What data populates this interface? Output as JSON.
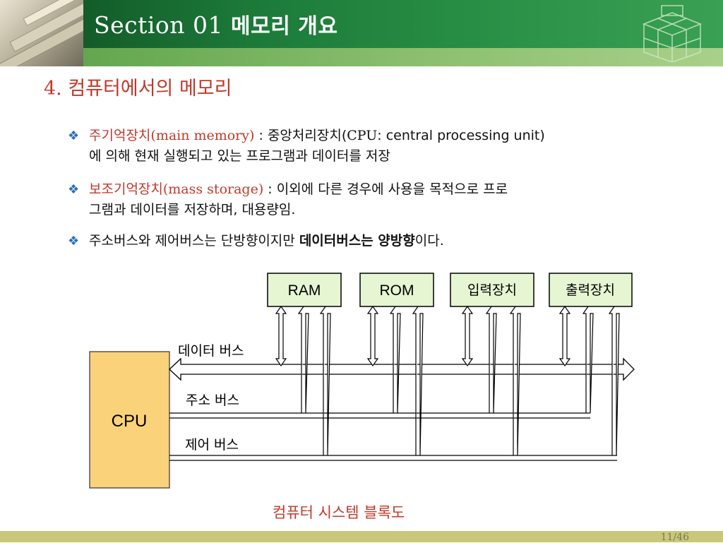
{
  "header": {
    "section_label": "Section 01",
    "section_title": "메모리 개요"
  },
  "slide": {
    "heading": "4. 컴퓨터에서의 메모리",
    "bullets": [
      {
        "term": "주기억장치(main memory)",
        "text_a": " : 중앙처리장치(",
        "cpu_abbr": "CPU",
        "text_b": ": central processing unit)",
        "line2": "에 의해 현재 실행되고 있는 프로그램과 데이터를 저장"
      },
      {
        "term": "보조기억장치(mass storage)",
        "text_a": " : 이외에 다른 경우에 사용을 목적으로 프로",
        "line2": "그램과 데이터를 저장하며, 대용량임."
      },
      {
        "text_a": "주소버스와 제어버스는 단방향이지만 ",
        "bold": "데이터버스는 양방향",
        "text_b": "이다."
      }
    ]
  },
  "diagram": {
    "devices": [
      "RAM",
      "ROM",
      "입력장치",
      "출력장치"
    ],
    "cpu": "CPU",
    "data_bus": "데이터 버스",
    "address_bus": "주소 버스",
    "control_bus": "제어 버스",
    "device_fill": "#e6f5d2",
    "cpu_fill": "#f9d27a"
  },
  "caption": "컴퓨터 시스템 블록도",
  "page_number": "11/46"
}
